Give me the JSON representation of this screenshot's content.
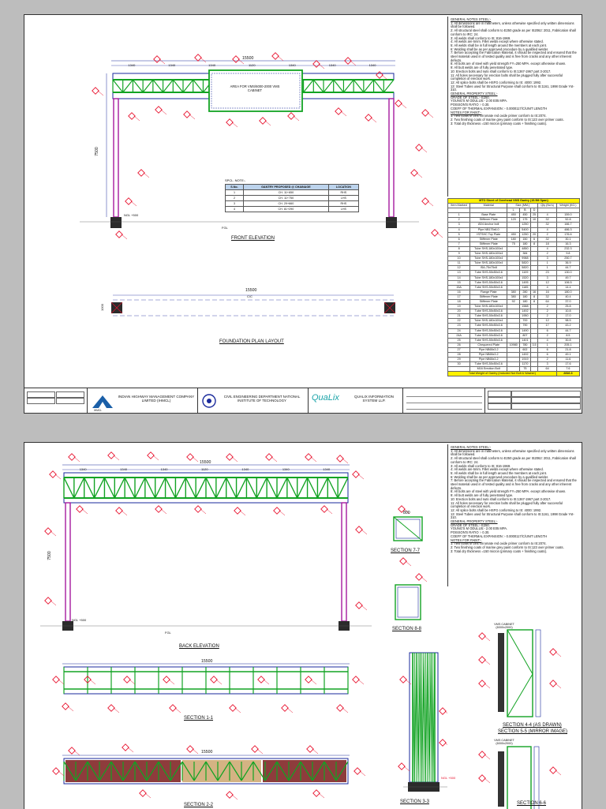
{
  "colors": {
    "truss": "#12a323",
    "frame": "#1a2a9c",
    "mark": "#e8112d",
    "post": "#a5199e",
    "base": "#2b2b2b",
    "band": "#fff200",
    "table_head": "#bcd3ec"
  },
  "general_notes": {
    "heading": "GENERAL NOTES STEEL:-",
    "items": [
      "1:  All dimensions are in millimeters, unless otherwise specified only written dimensions shall be followed.",
      "2:  All structural steel shall conform to E250 grade as per IS2062: 2011, Fabrication shall conform to IRC: 24.",
      "3:  All welds  shall conform to IS: 816-1969.",
      "4:  All welds are 6mm. Fillet welds except where otherwise stated.",
      "5:  All welds shall be in full length around the members  at each joint.",
      "6:  Welding shall be as per approved procedure by a qualified welder.",
      "7:  Before accepting the Fabrication Material, it should be inspected and ensured that the steel material used in of tested quality and is free from cracks and any other inherent defects.",
      "8:  All bolts are of steel with yield strength FY=250 MPA. except otherwise shown.",
      "9:  All butt welds are of fully penetrated type.",
      "10: Erection bolts and nuts shall conform to IS:1367-1967 part 3-2017.",
      "11: All holes necessary for erection bolts shall be plugged fully after successful completion of erection work.",
      "12: All splice bolts shall be HSFG conforming to IS: 4000: 1992.",
      "13: Steel Tubes used for Structural Purpose shall conform to IS:1161, 1998 Grade Yst-310."
    ],
    "prop_heading": "GENERAL PROPERTY STEEL:-",
    "prop": [
      "GRADE OF STEEL:- E250.",
      "YOUNG'S M ODULUS:- 2.00 E05 MPA.",
      "POISSON'S RATIO :- 0.30.",
      "COEFF OF THERMAL EXPANSION :- 0.0000117/C/UNIT LENGTH"
    ],
    "paint_heading": "NOTES FOR PAINT:-",
    "paint": [
      "1:  Two coats of zinc chromate red oxide primer conform to IS:2074.",
      "2:  Two finishing coats of marine grey paint conform to IS:123 over primer coats.",
      "3:  Total dry thickness =150 micron (primary coats + finishing coats)."
    ]
  },
  "mto": {
    "title": "MTO Sheet of Overhead VMS Gantry (15.5M Span)",
    "headers": [
      "Item Marked",
      "Material",
      "L",
      "B",
      "D",
      "Qty (No's)",
      "Weight (KG.)"
    ],
    "size_header": "Size (MM.)",
    "rows": [
      [
        "1",
        "Base Plate",
        "450",
        "450",
        "25",
        "4",
        "159.0"
      ],
      [
        "2",
        "Stiffener Plate",
        "120",
        "175",
        "10",
        "32",
        "52.8"
      ],
      [
        "3",
        "Ø24 Anchor bolt",
        "",
        "1250",
        "",
        "32",
        "166.7"
      ],
      [
        "4",
        "Pipe NB175x6.0",
        "",
        "5400",
        "",
        "4",
        "486.3"
      ],
      [
        "5",
        "ISTSHC Top Plate",
        "450",
        "1250",
        "20",
        "2",
        "176.6"
      ],
      [
        "6",
        "Stiffener Plate",
        "180",
        "150",
        "6",
        "32",
        "30.1"
      ],
      [
        "7",
        "Stiffener Plate",
        "75",
        "180",
        "8",
        "18",
        "16.3"
      ],
      [
        "8",
        "Tube SHS-180x100x4",
        "",
        "4850",
        "",
        "4",
        "232.3"
      ],
      [
        "9",
        "Tube SHS-180x100x4",
        "",
        "384",
        "",
        "2",
        "9.8"
      ],
      [
        "10",
        "Tube SHS-180x100x4",
        "",
        "9988",
        "",
        "3",
        "250.7"
      ],
      [
        "11",
        "Tube SHS-180x100x4",
        "",
        "5820",
        "",
        "1",
        "36.9"
      ],
      [
        "12",
        "ISA-75x75x8",
        "",
        "5820",
        "",
        "1",
        "44.7"
      ],
      [
        "13",
        "Tube SHS-50x50x3.6",
        "",
        "1109",
        "",
        "23",
        "130.0"
      ],
      [
        "14",
        "Tube SHS-180x100x4",
        "",
        "1520",
        "",
        "3",
        "49.7"
      ],
      [
        "15",
        "Tube SHS-50x50x3.6",
        "",
        "1495",
        "",
        "12",
        "106.5"
      ],
      [
        "15A",
        "Tube SHS-50x50x3.6",
        "",
        "1185",
        "",
        "4",
        "14.4"
      ],
      [
        "16",
        "Flange Plate",
        "380",
        "280",
        "16",
        "16",
        "180.0"
      ],
      [
        "17",
        "Stiffener Plate",
        "380",
        "180",
        "8",
        "32",
        "40.4"
      ],
      [
        "18",
        "Stiffener Plate",
        "92",
        "180",
        "8",
        "64",
        "37.0"
      ],
      [
        "19",
        "Tube SHS-180x100x4",
        "",
        "1588",
        "",
        "2",
        "25.8"
      ],
      [
        "20",
        "Tube SHS-50x50x3.6",
        "",
        "1492",
        "",
        "2",
        "10.8"
      ],
      [
        "21",
        "Tube SHS-50x50x3.6",
        "",
        "1950",
        "",
        "2",
        "17.0"
      ],
      [
        "22",
        "Tube SHS-180x100x4",
        "",
        "700",
        "",
        "12",
        "98.5"
      ],
      [
        "23",
        "Tube SHS-50x50x3.6",
        "",
        "790",
        "",
        "17",
        "43.2"
      ],
      [
        "24",
        "Tube SHS-50x50x3.6",
        "",
        "1490",
        "",
        "6",
        "44.7"
      ],
      [
        "24A",
        "Tube SHS-50x50x3.6",
        "",
        "807",
        "",
        "2",
        "8.5"
      ],
      [
        "25",
        "Tube SHS-50x50x3.6",
        "",
        "1401",
        "",
        "4",
        "30.8"
      ],
      [
        "26",
        "Chequered Plate",
        "10980",
        "780",
        "3.5",
        "1",
        "205.1"
      ],
      [
        "27",
        "Pipe NB65x3.2",
        "",
        "602",
        "",
        "6",
        "21.8"
      ],
      [
        "28",
        "Pipe NB65x3.2",
        "",
        "1492",
        "",
        "6",
        "49.1"
      ],
      [
        "29",
        "Pipe NB65x3.2",
        "",
        "1919",
        "",
        "2",
        "11.6"
      ],
      [
        "30",
        "Tube SHS-50x50x3.6",
        "",
        "1170",
        "",
        "3",
        "17.6"
      ],
      [
        "",
        "M16 Erection Bolt",
        "",
        "75",
        "",
        "64",
        "7.6"
      ]
    ],
    "total_label": "Total Weight of Gantry (Included Nut Bolt & Washer)",
    "total_value": "2816.3"
  },
  "spcl": {
    "title": "SPCL. NOTE:-",
    "headers": [
      "S.No.",
      "GANTRY PROPOSED @ CHAINAGE",
      "LOCATION"
    ],
    "rows": [
      [
        "1",
        "CH. 11+650",
        "RHS"
      ],
      [
        "2",
        "CH. 11+750",
        "LHS"
      ],
      [
        "3",
        "CH. 29+660",
        "RHS"
      ],
      [
        "4",
        "CH. 81+290",
        "LHS"
      ]
    ]
  },
  "front": {
    "title": "FRONT ELEVATION",
    "span": "15500",
    "bays": [
      "1340",
      "1340",
      "1340",
      "1120",
      "1340",
      "1340",
      "1340"
    ],
    "cabinet": "AREA FOR VMS/6000-2000 VMS CABINET",
    "height": "7500",
    "fgl": "FGL",
    "ngl": "NGL +500"
  },
  "foundation": {
    "title": "FOUNDATION PLAN LAYOUT",
    "span": "15500",
    "sub": "C/C",
    "side": "1000"
  },
  "back": {
    "title": "BACK ELEVATION",
    "span": "15500",
    "height": "7500",
    "fgl": "FGL",
    "ngl": "NGL +500"
  },
  "sec11": {
    "title": "SECTION 1-1",
    "span": "15500"
  },
  "sec22": {
    "title": "SECTION 2-2",
    "span": "15500"
  },
  "sec77": {
    "title": "SECTION 7-7",
    "dim": "800"
  },
  "sec88": {
    "title": "SECTION 8-8"
  },
  "sec33": {
    "title": "SECTION 3-3",
    "ngl": "NGL +500"
  },
  "sec44": {
    "title": "SECTION 4-4 (AS DRAWN)",
    "title2": "SECTION 5-5 (MIRROR IMAGE)",
    "cabinet": "VMS CABINET (6000x2000)"
  },
  "sec66": {
    "title": "SECTION 6-6",
    "cabinet": "VMS CABINET (6000x2000)"
  },
  "titleblock": {
    "client": "INDIAN HIGHWAY MANAGEMENT COMPANY LIMITED (IHMCL)",
    "client_logo": "IHMCL",
    "checker": "CIVIL ENGINEERING DEPARTMENT NATIONAL INSTITUTE OF TECHNOLOGY",
    "contractor": "QUALIX INFORMATION SYSTEM LLP.",
    "contractor_logo": "QuaLix"
  }
}
